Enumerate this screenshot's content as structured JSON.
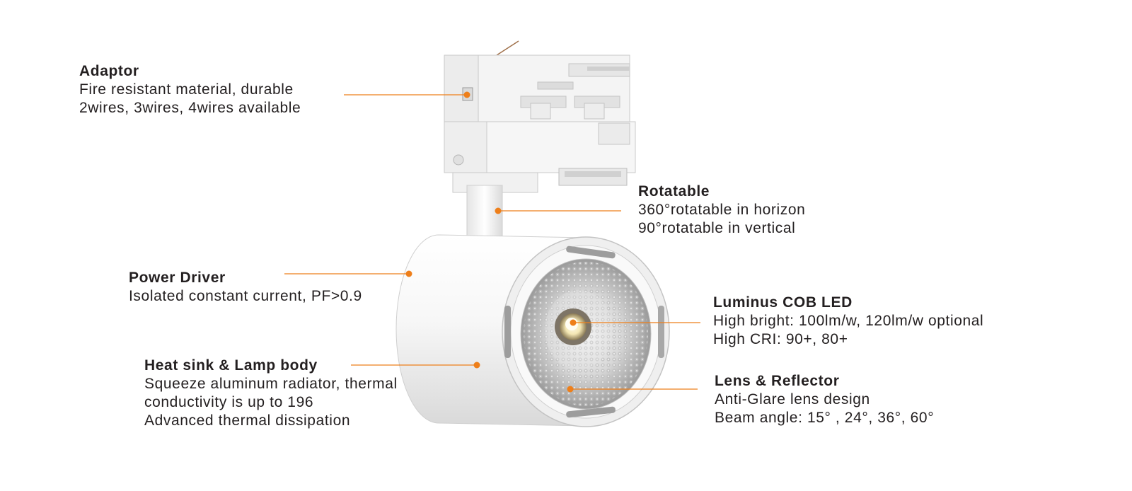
{
  "accent_color": "#ee7f1a",
  "callouts": {
    "adaptor": {
      "title": "Adaptor",
      "lines": [
        "Fire resistant material, durable",
        "2wires, 3wires, 4wires available"
      ]
    },
    "rotatable": {
      "title": "Rotatable",
      "lines": [
        "360°rotatable in horizon",
        "90°rotatable in vertical"
      ]
    },
    "power_driver": {
      "title": "Power Driver",
      "lines": [
        "Isolated constant current, PF>0.9"
      ]
    },
    "cob_led": {
      "title": "Luminus COB LED",
      "lines": [
        "High bright: 100lm/w, 120lm/w optional",
        "High CRI: 90+, 80+"
      ]
    },
    "heat_sink": {
      "title": "Heat sink & Lamp body",
      "lines": [
        "Squeeze aluminum radiator, thermal",
        "conductivity is up to 196",
        "Advanced thermal dissipation"
      ]
    },
    "lens": {
      "title": "Lens & Reflector",
      "lines": [
        "Anti-Glare lens design",
        "Beam angle: 15° , 24°, 36°, 60°"
      ]
    }
  }
}
